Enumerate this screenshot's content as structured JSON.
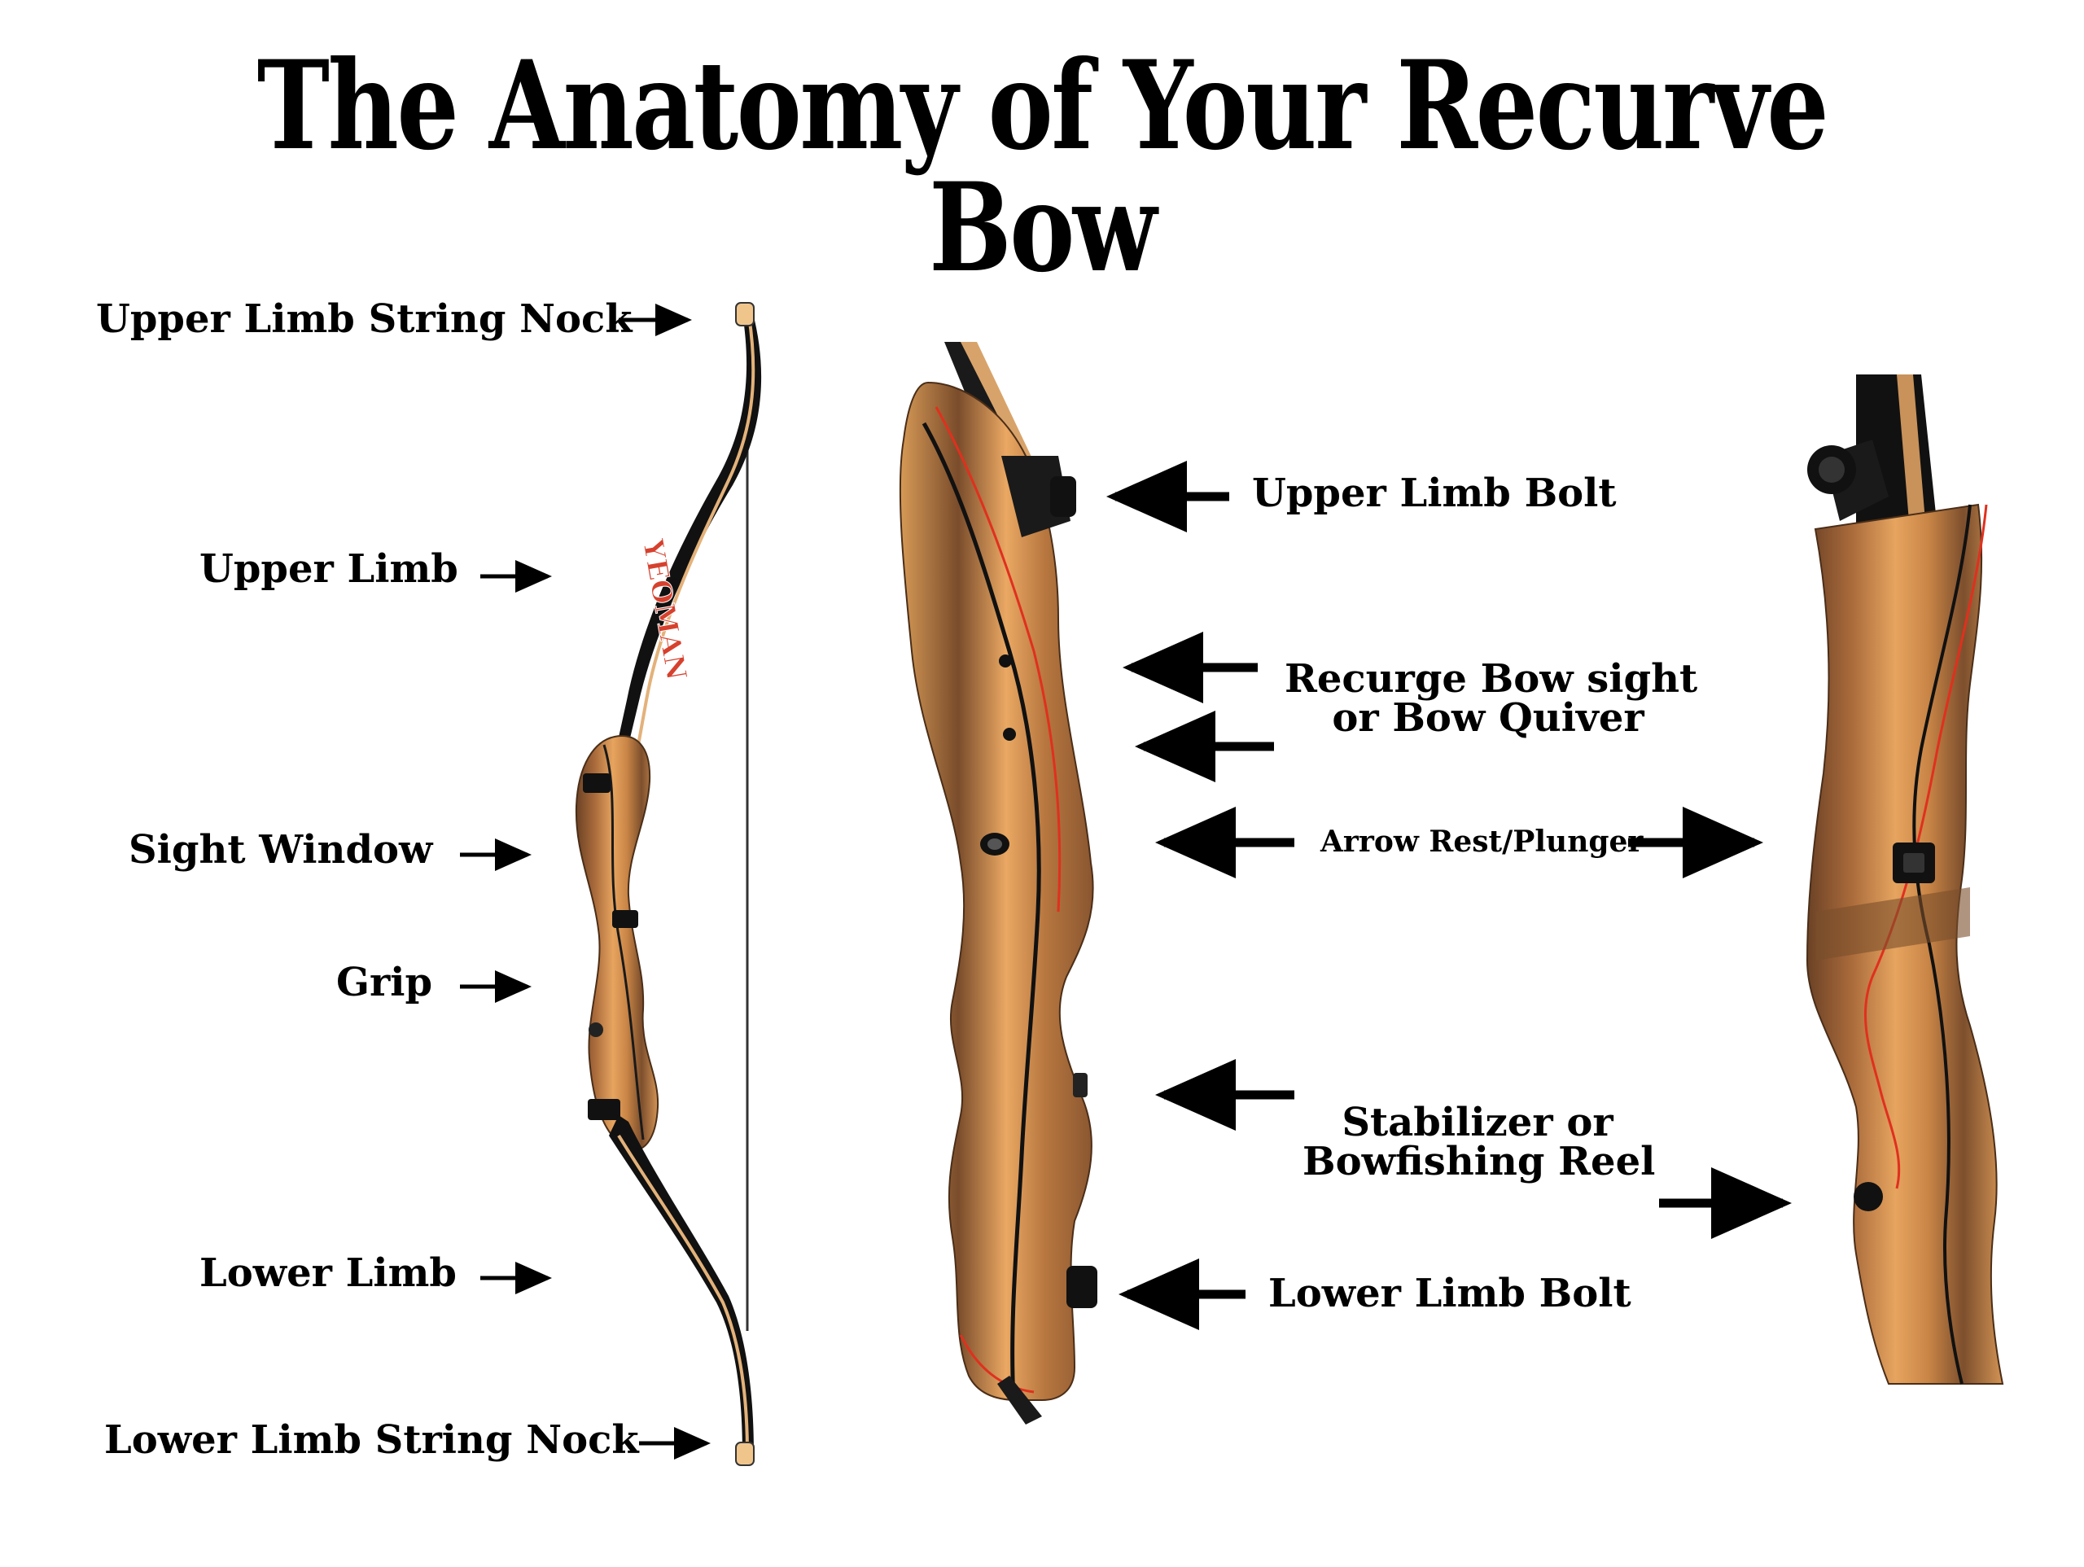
{
  "title": "The Anatomy of Your Recurve Bow",
  "brand_text": "YEOMAN",
  "labels": {
    "upper_limb_string_nock": "Upper Limb String Nock",
    "upper_limb": "Upper Limb",
    "sight_window": "Sight Window",
    "grip": "Grip",
    "lower_limb": "Lower Limb",
    "lower_limb_string_nock": "Lower Limb String Nock",
    "upper_limb_bolt": "Upper Limb Bolt",
    "sight_quiver_line1": "Recurge Bow sight",
    "sight_quiver_line2": "or Bow Quiver",
    "arrow_rest": "Arrow Rest/Plunger",
    "stabilizer_line1": "Stabilizer or",
    "stabilizer_line2": "Bowfishing Reel",
    "lower_limb_bolt": "Lower Limb Bolt"
  },
  "colors": {
    "limb_black": "#111111",
    "wood_light": "#d9944f",
    "wood_dark": "#7a4e2c",
    "accent_red": "#e0301e",
    "arrow": "#000000"
  }
}
